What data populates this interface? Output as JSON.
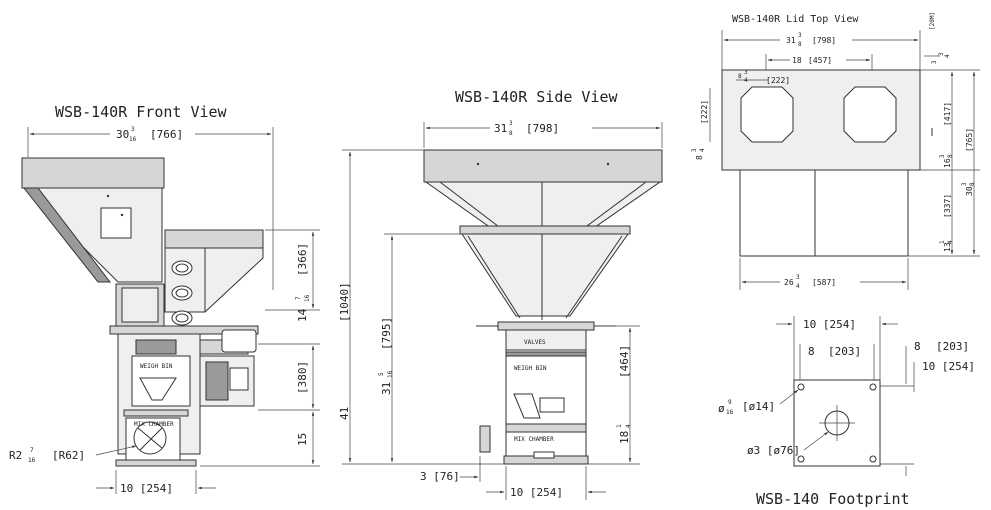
{
  "front_view": {
    "title": "WSB-140R Front View",
    "width_in": "30",
    "width_in_frac_num": "3",
    "width_in_frac_den": "16",
    "width_mm": "[766]",
    "side_hopper_h_mm": "[366]",
    "side_hopper_h_in": "14",
    "side_hopper_h_frac_num": "7",
    "side_hopper_h_frac_den": "16",
    "body_h_mm": "[380]",
    "base_h_in": "15",
    "radius_in": "R2",
    "radius_frac_num": "7",
    "radius_frac_den": "16",
    "radius_mm": "[R62]",
    "bottom_w": "10  [254]",
    "weigh_bin_label": "WEIGH BIN",
    "mix_chamber_label": "MIX CHAMBER"
  },
  "side_view": {
    "title": "WSB-140R Side View",
    "width_in": "31",
    "width_in_frac_num": "3",
    "width_in_frac_den": "8",
    "width_mm": "[798]",
    "total_h_in": "41",
    "total_h_mm": "[1040]",
    "hopper_h_mm": "[795]",
    "hopper_h_in": "31",
    "hopper_h_frac_num": "5",
    "hopper_h_frac_den": "16",
    "lower_h_mm": "[464]",
    "lower_h_in": "18",
    "lower_h_frac_num": "1",
    "lower_h_frac_den": "4",
    "offset": "3  [76]",
    "bottom_w": "10  [254]",
    "valves_label": "VALVES",
    "weigh_bin_label": "WEIGH BIN",
    "mix_chamber_label": "MIX CHAMBER"
  },
  "lid_top_view": {
    "title": "WSB-140R Lid Top View",
    "corner_mm": "[20M]",
    "corner_in": "3",
    "corner_frac_num": "3",
    "corner_frac_den": "4",
    "width_in": "31",
    "width_in_frac_num": "3",
    "width_in_frac_den": "8",
    "width_mm": "[798]",
    "spacing_in": "18",
    "spacing_mm": "[457]",
    "opening_offset_in": "8",
    "opening_offset_frac_num": "3",
    "opening_offset_frac_den": "4",
    "opening_w_mm": "[222]",
    "opening_h_mm": "[222]",
    "left_in": "8",
    "left_frac_num": "3",
    "left_frac_den": "4",
    "right_top_mm": "[417]",
    "right_mid_in": "16",
    "right_mid_frac_num": "3",
    "right_mid_frac_den": "8",
    "right_low_mm": "[337]",
    "right_low_in": "13",
    "right_low_frac_num": "1",
    "right_low_frac_den": "4",
    "depth_in": "30",
    "depth_frac_num": "3",
    "depth_frac_den": "8",
    "depth_mm": "[765]",
    "bottom_in": "26",
    "bottom_frac_num": "3",
    "bottom_frac_den": "4",
    "bottom_mm": "[587]"
  },
  "footprint": {
    "title": "WSB-140 Footprint",
    "outer_w": "10  [254]",
    "inner_w_in": "8",
    "inner_w_mm": "[203]",
    "right_inner_in": "8",
    "right_inner_mm": "[203]",
    "right_outer": "10  [254]",
    "hole_in": "ø",
    "hole_frac_num": "9",
    "hole_frac_den": "16",
    "hole_mm": "[ø14]",
    "center_hole": "ø3  [ø76]"
  }
}
